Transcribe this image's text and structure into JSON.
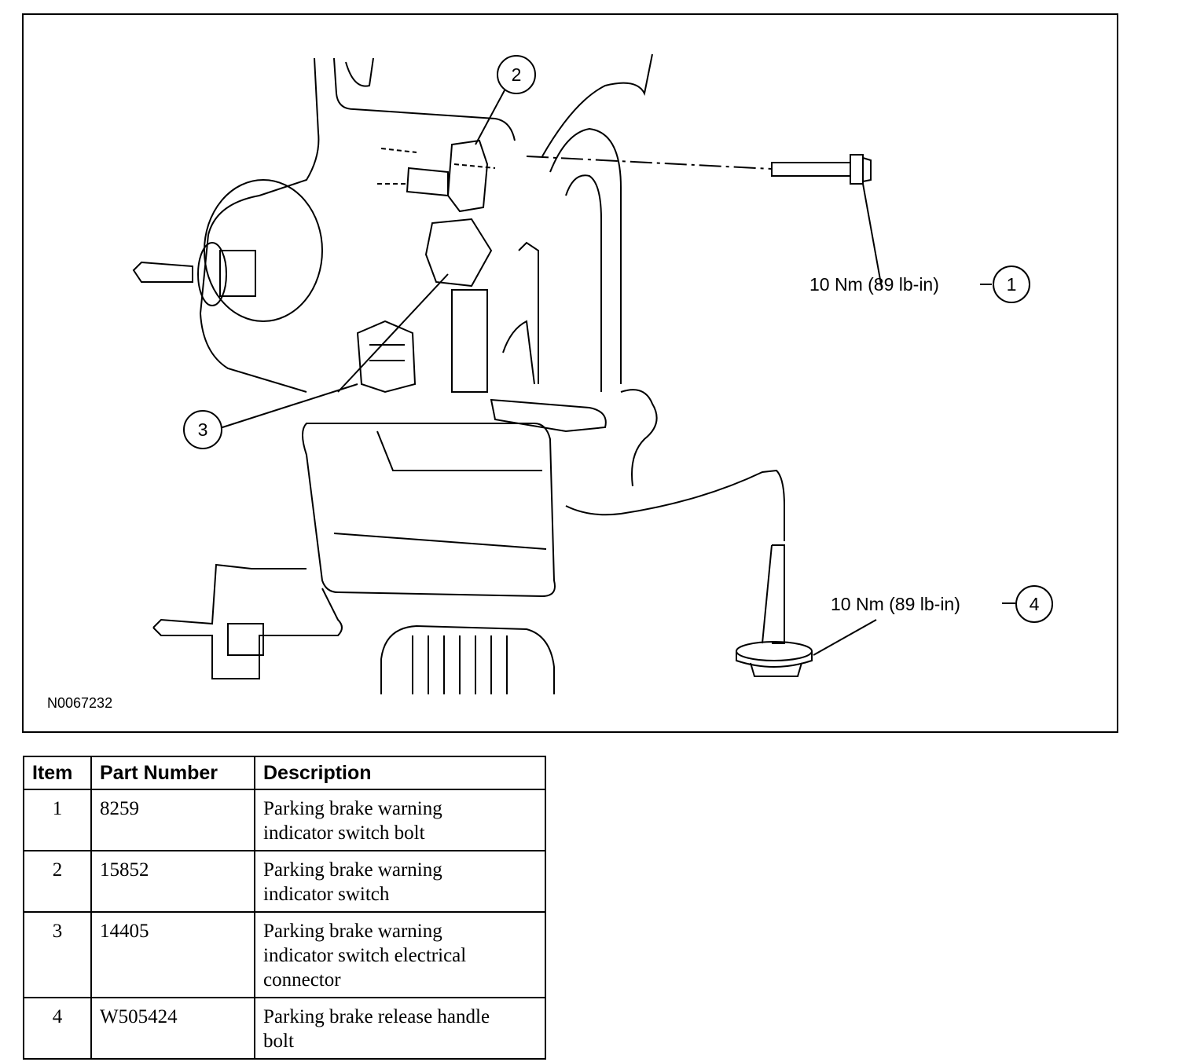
{
  "figure": {
    "figure_id": "N0067232",
    "callouts": [
      {
        "number": "1",
        "torque": "10 Nm (89 lb-in)"
      },
      {
        "number": "2",
        "torque": ""
      },
      {
        "number": "3",
        "torque": ""
      },
      {
        "number": "4",
        "torque": "10 Nm (89 lb-in)"
      }
    ]
  },
  "table": {
    "headers": [
      "Item",
      "Part Number",
      "Description"
    ],
    "rows": [
      {
        "item": "1",
        "part_number": "8259",
        "description_lines": [
          "Parking brake warning",
          "indicator switch bolt"
        ]
      },
      {
        "item": "2",
        "part_number": "15852",
        "description_lines": [
          "Parking brake warning",
          "indicator switch"
        ]
      },
      {
        "item": "3",
        "part_number": "14405",
        "description_lines": [
          "Parking brake warning",
          "indicator switch electrical",
          "connector"
        ]
      },
      {
        "item": "4",
        "part_number": "W505424",
        "description_lines": [
          "Parking brake release handle",
          "bolt"
        ]
      }
    ]
  }
}
